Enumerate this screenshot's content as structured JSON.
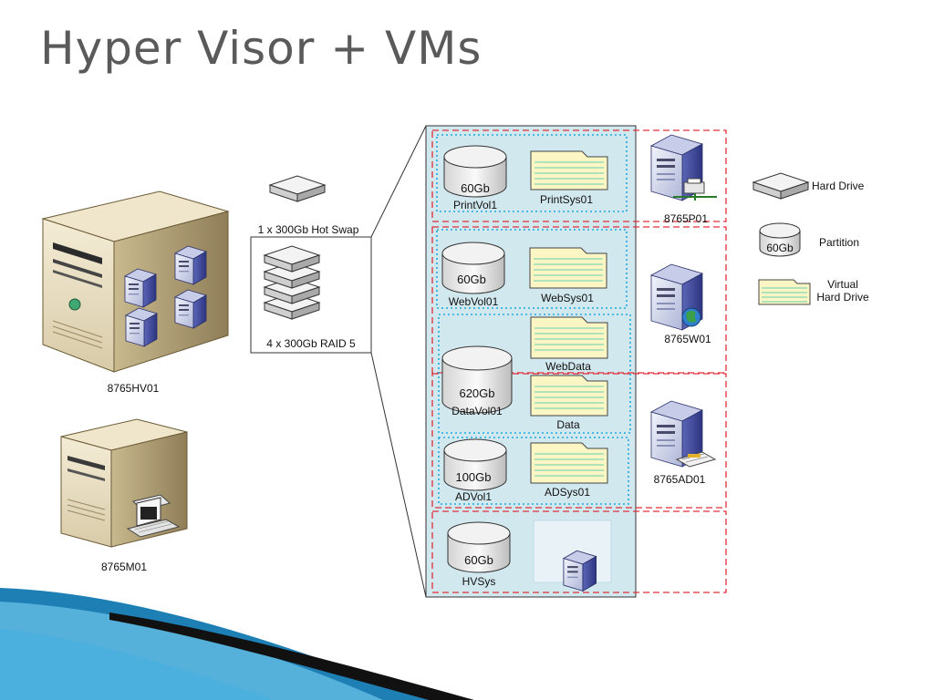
{
  "slide": {
    "title": "Hyper Visor + VMs"
  },
  "hardware": {
    "host_label": "8765HV01",
    "mgmt_label": "8765M01",
    "hot_swap_label": "1 x 300Gb Hot Swap",
    "raid_label": "4 x 300Gb RAID 5"
  },
  "volumes": {
    "print": {
      "size": "60Gb",
      "partition": "PrintVol1",
      "vhd": "PrintSys01"
    },
    "web": {
      "size": "60Gb",
      "partition": "WebVol01",
      "vhd": "WebSys01"
    },
    "data": {
      "size": "620Gb",
      "partition": "DataVol01",
      "vhd_web": "WebData",
      "vhd_data": "Data"
    },
    "ad": {
      "size": "100Gb",
      "partition": "ADVol1",
      "vhd": "ADSys01"
    },
    "hv": {
      "size": "60Gb",
      "partition": "HVSys"
    }
  },
  "vms": {
    "print": "8765P01",
    "web": "8765W01",
    "ad": "8765AD01"
  },
  "legend": {
    "hard_drive": "Hard Drive",
    "partition_size": "60Gb",
    "partition": "Partition",
    "vhd_line1": "Virtual",
    "vhd_line2": "Hard Drive"
  },
  "colors": {
    "storage_bg": "#d2e8ef",
    "vm_border": "#e0303a",
    "vol_border": "#1fa8e0",
    "folder_fill": "#fbf6c4",
    "title": "#5a5a5a",
    "wave_blue": "#1e7fb5"
  }
}
